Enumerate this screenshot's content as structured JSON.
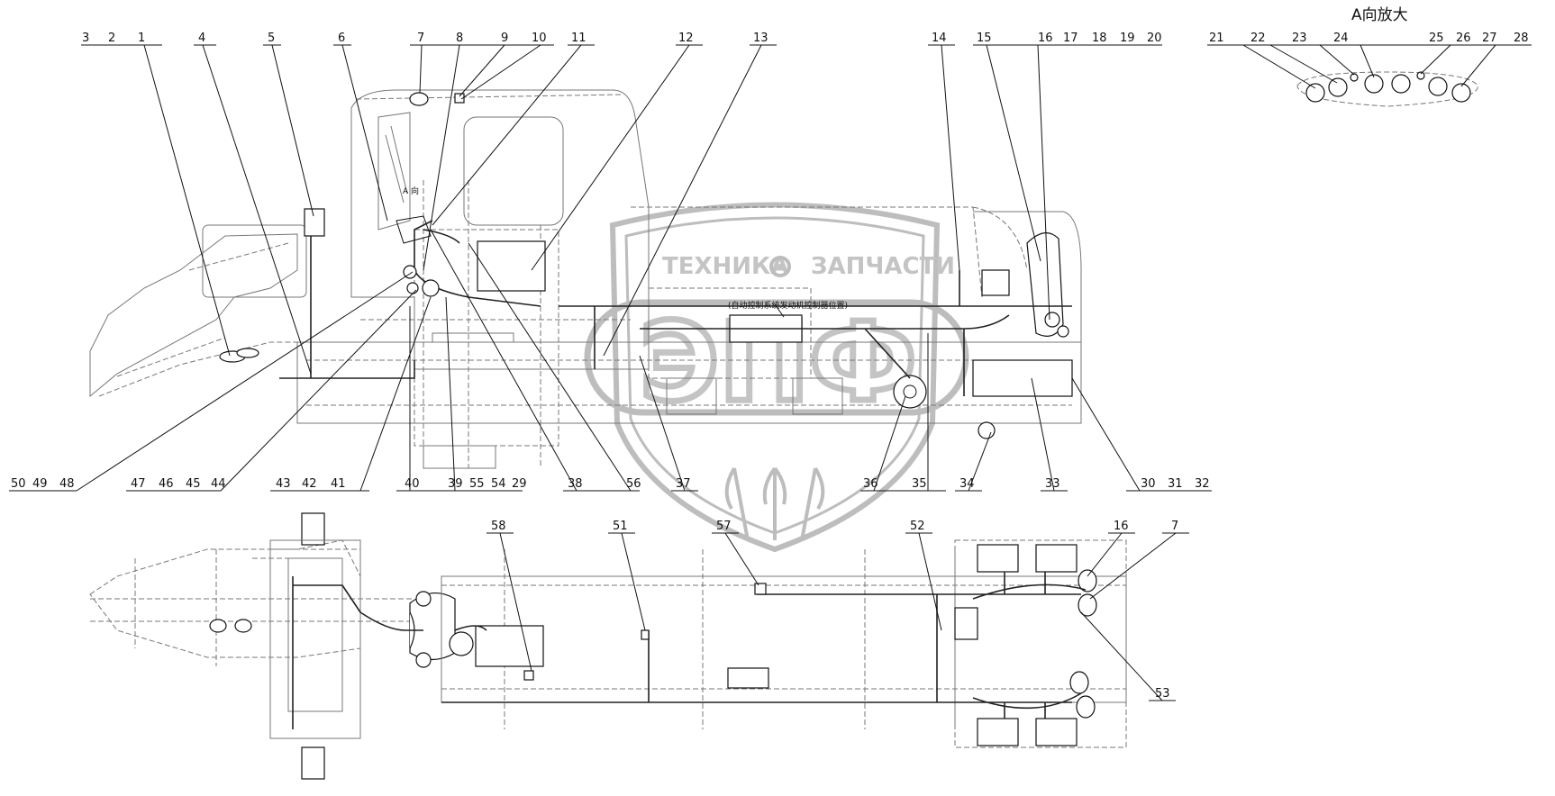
{
  "top_labels": [
    "3",
    "2",
    "1",
    "4",
    "5",
    "6",
    "7",
    "8",
    "9",
    "10",
    "11",
    "12",
    "13",
    "14",
    "15",
    "16",
    "17",
    "18",
    "19",
    "20"
  ],
  "inset": {
    "title": "A向放大",
    "labels": [
      "21",
      "22",
      "23",
      "24",
      "25",
      "26",
      "27",
      "28"
    ]
  },
  "bottom_labels": [
    "50",
    "49",
    "48",
    "47",
    "46",
    "45",
    "44",
    "43",
    "42",
    "41",
    "40",
    "39",
    "55",
    "54",
    "29",
    "38",
    "56",
    "37",
    "36",
    "35",
    "34",
    "33",
    "30",
    "31",
    "32"
  ],
  "plan_labels": [
    "58",
    "51",
    "57",
    "52",
    "16",
    "7",
    "53"
  ],
  "small_labels": {
    "view_a": "A 向",
    "note": "(自动控制系统发动机控制器位置)"
  },
  "watermark": {
    "left_word": "ТЕХНИКА",
    "right_word": "ЗАПЧАСТИ",
    "logo_text": "ЭПФ"
  }
}
